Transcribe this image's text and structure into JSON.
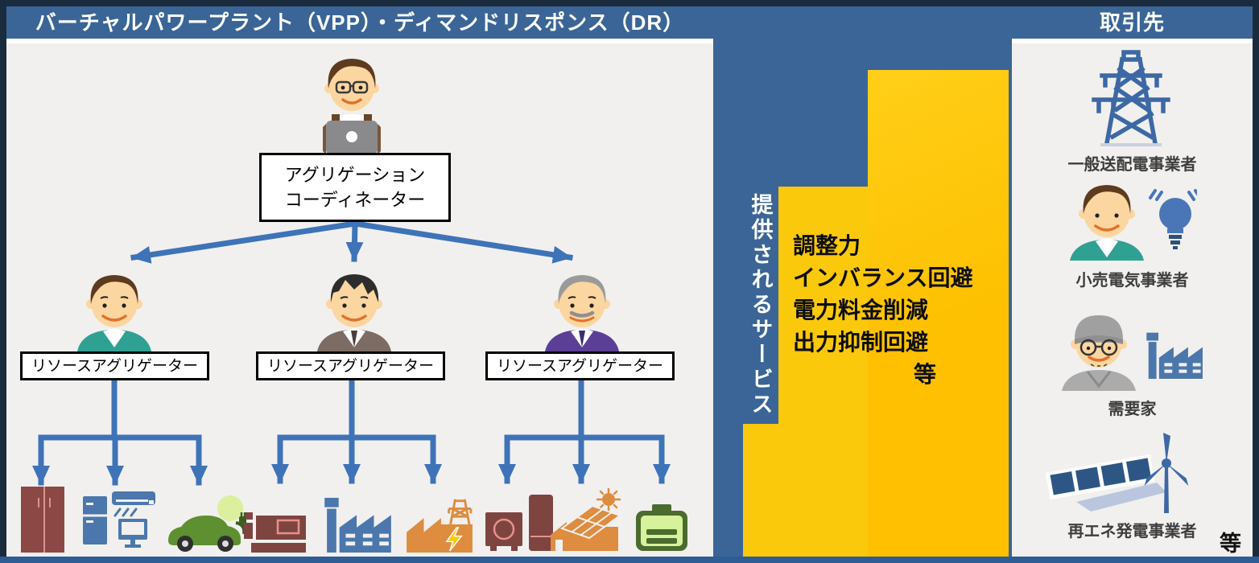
{
  "title_bar": {
    "vpp_title": "バーチャルパワープラント（VPP）・ディマンドリスポンス（DR）",
    "partners_title": "取引先"
  },
  "vpp": {
    "coordinator": {
      "line1": "アグリゲーション",
      "line2": "コーディネーター",
      "person_icon": "coordinator-with-laptop-icon"
    },
    "aggregators": [
      {
        "label": "リソースアグリゲーター",
        "person_icon": "businessman-teal-shirt-icon",
        "resources": [
          {
            "icon": "storage-cabinet-icon"
          },
          {
            "icon": "home-appliances-icon"
          },
          {
            "icon": "electric-vehicle-icon"
          }
        ]
      },
      {
        "label": "リソースアグリゲーター",
        "person_icon": "businessman-brown-suit-icon",
        "resources": [
          {
            "icon": "industrial-machine-icon"
          },
          {
            "icon": "factory-icon"
          },
          {
            "icon": "power-plant-icon"
          }
        ]
      },
      {
        "label": "リソースアグリゲーター",
        "person_icon": "businessman-purple-suit-icon",
        "resources": [
          {
            "icon": "heat-pump-water-heater-icon"
          },
          {
            "icon": "solar-roof-house-icon"
          },
          {
            "icon": "storage-battery-icon"
          }
        ]
      }
    ]
  },
  "services": {
    "vertical_label": "提供されるサービス",
    "items": [
      "調整力",
      "インバランス回避",
      "電力料金削減",
      "出力抑制回避"
    ],
    "etc_label": "等"
  },
  "partners": {
    "items": [
      {
        "label": "一般送配電事業者",
        "icon": "transmission-tower-icon"
      },
      {
        "label": "小売電気事業者",
        "icon": "retailer-with-lightbulb-icon"
      },
      {
        "label": "需要家",
        "icon": "worker-with-factory-icon"
      },
      {
        "label": "再エネ発電事業者",
        "icon": "solar-and-wind-icon"
      }
    ],
    "etc_label": "等"
  },
  "colors": {
    "header_blue": "#3A6596",
    "panel_gray": "#F1F0EE",
    "yellow_main": "#FEC000",
    "yellow_light": "#FBC90B",
    "arrow_blue": "#3E73B8",
    "bottom_bar_blue": "#2E5C94",
    "icon_blue": "#4B77AD",
    "icon_maroon": "#8B4845",
    "icon_orange": "#DE8C3F",
    "icon_green": "#5E8F31",
    "battery_green": "#4C6B2F"
  }
}
